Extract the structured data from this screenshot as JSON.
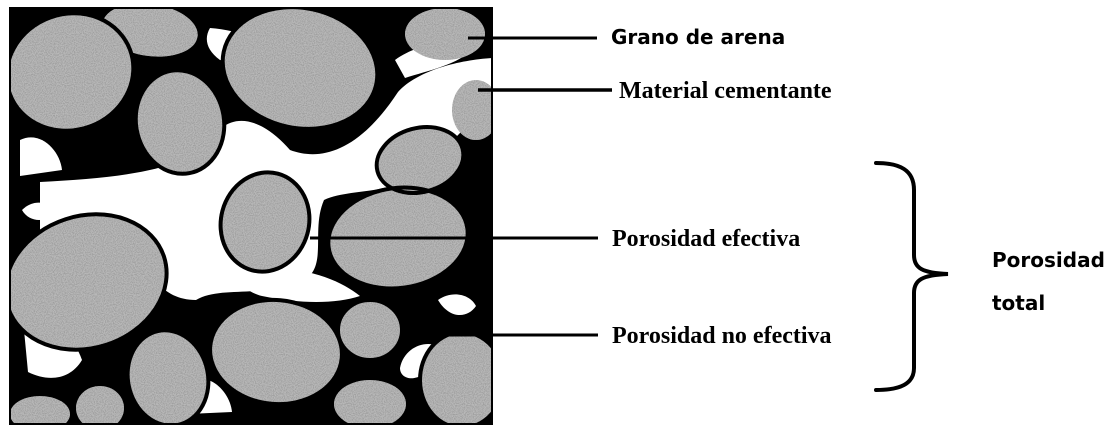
{
  "diagram": {
    "labels": {
      "grain": "Grano de arena",
      "cement": "Material cementante",
      "effective": "Porosidad efectiva",
      "non_effective": "Porosidad no efectiva",
      "total_line1": "Porosidad",
      "total_line2": "total"
    },
    "colors": {
      "matrix": "#000000",
      "pore": "#ffffff",
      "grain_fill": "#b8b8b8",
      "grain_speckle": "#7a7a7a"
    }
  }
}
